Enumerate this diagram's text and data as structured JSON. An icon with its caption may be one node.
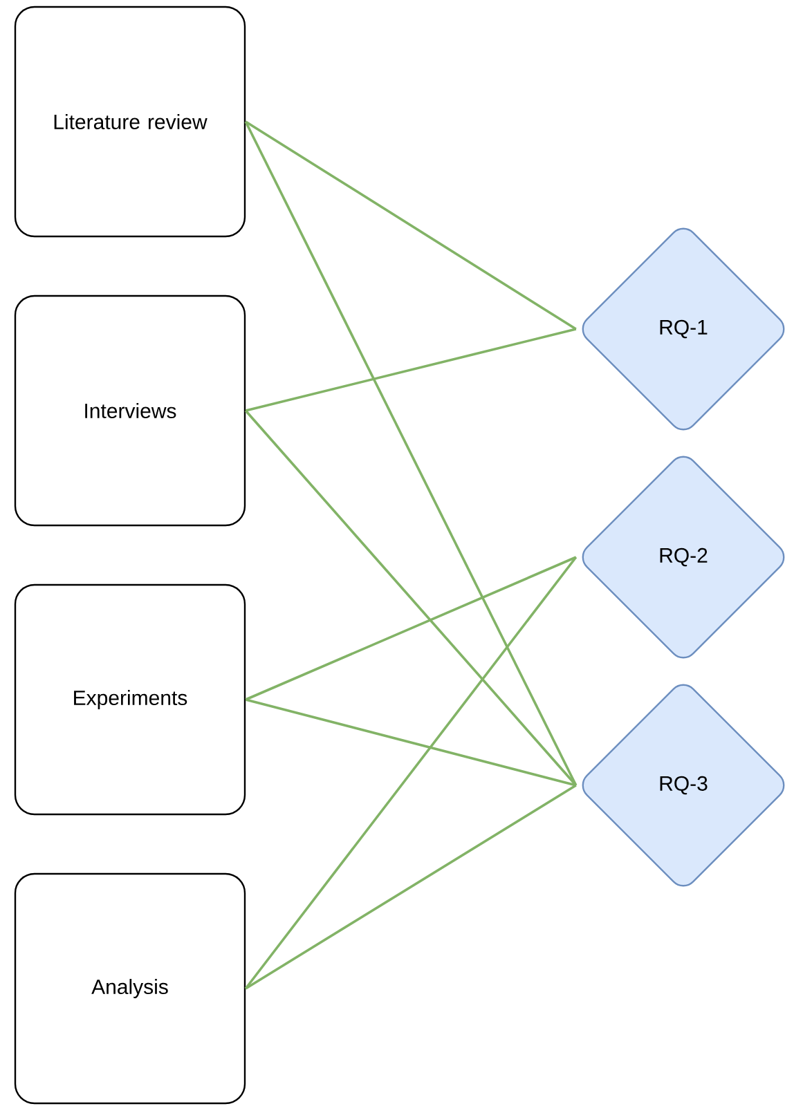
{
  "diagram": {
    "nodes": [
      {
        "text": [
          "Literature review"
        ]
      },
      {
        "text": [
          "Interviews"
        ]
      },
      {
        "text": [
          "Experiments"
        ]
      },
      {
        "text": [
          "Analysis"
        ]
      },
      {
        "text": [
          "RQ-1"
        ]
      },
      {
        "text": [
          "RQ-2"
        ]
      },
      {
        "text": [
          "RQ-3"
        ]
      }
    ],
    "edges": [
      {
        "from": 0,
        "to": 4,
        "arrow": "none",
        "color": "#82b366"
      },
      {
        "from": 0,
        "to": 6,
        "arrow": "none",
        "color": "#82b366"
      },
      {
        "from": 1,
        "to": 4,
        "arrow": "none",
        "color": "#82b366"
      },
      {
        "from": 1,
        "to": 6,
        "arrow": "none",
        "color": "#82b366"
      },
      {
        "from": 2,
        "to": 5,
        "arrow": "none",
        "color": "#82b366"
      },
      {
        "from": 2,
        "to": 6,
        "arrow": "none",
        "color": "#82b366"
      },
      {
        "from": 3,
        "to": 5,
        "arrow": "none",
        "color": "#82b366"
      },
      {
        "from": 3,
        "to": 6,
        "arrow": "none",
        "color": "#82b366"
      }
    ]
  }
}
